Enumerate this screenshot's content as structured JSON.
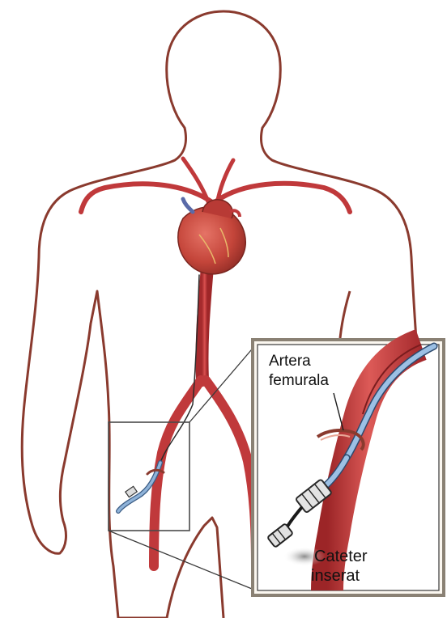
{
  "labels": {
    "artery_line1": "Artera",
    "artery_line2": "femurala",
    "catheter_line1": "Cateter",
    "catheter_line2": "inserat"
  },
  "colors": {
    "background": "#ffffff",
    "body_outline": "#8a3a2e",
    "artery": "#c0393b",
    "artery_dark": "#8e2326",
    "heart": "#c4453a",
    "catheter": "#8fb3d9",
    "catheter_outline": "#3d5e86",
    "frame": "#4a4a4a",
    "inset_background": "#ffffff"
  }
}
